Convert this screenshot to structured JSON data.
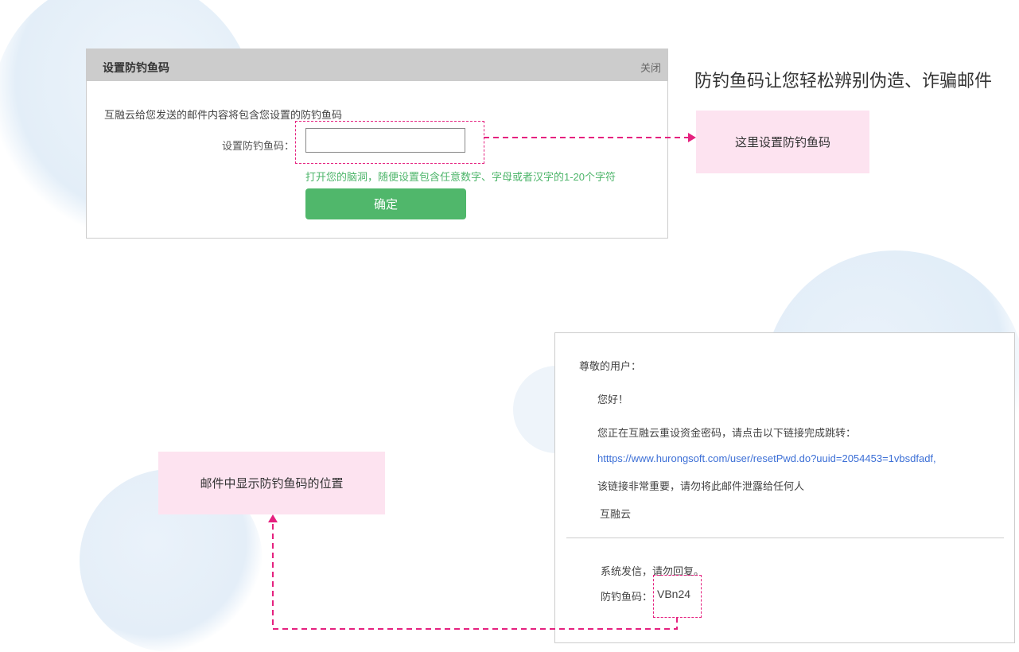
{
  "dialog": {
    "title": "设置防钓鱼码",
    "close_label": "关闭",
    "description": "互融云给您发送的邮件内容将包含您设置的防钓鱼码",
    "field_label": "设置防钓鱼码：",
    "field_value": "",
    "hint": "打开您的脑洞，随便设置包含任意数字、字母或者汉字的1-20个字符",
    "confirm_label": "确定"
  },
  "tagline": "防钓鱼码让您轻松辨别伪造、诈骗邮件",
  "callouts": {
    "set_here": "这里设置防钓鱼码",
    "email_position": "邮件中显示防钓鱼码的位置"
  },
  "email": {
    "greeting": "尊敬的用户：",
    "hello": "您好！",
    "body": "您正在互融云重设资金密码，请点击以下链接完成跳转：",
    "link": "htttps://www.hurongsoft.com/user/resetPwd.do?uuid=2054453=1vbsdfadf,",
    "warning": "该链接非常重要，请勿将此邮件泄露给任何人",
    "signature": "互融云",
    "system_note": "系统发信，请勿回复。",
    "code_label": "防钓鱼码：",
    "code_value": "VBn24"
  },
  "colors": {
    "accent": "#e5217f",
    "confirm": "#50b76b",
    "hint": "#4db56a",
    "callout_bg": "#fde3f0",
    "link": "#3c6fd6"
  }
}
